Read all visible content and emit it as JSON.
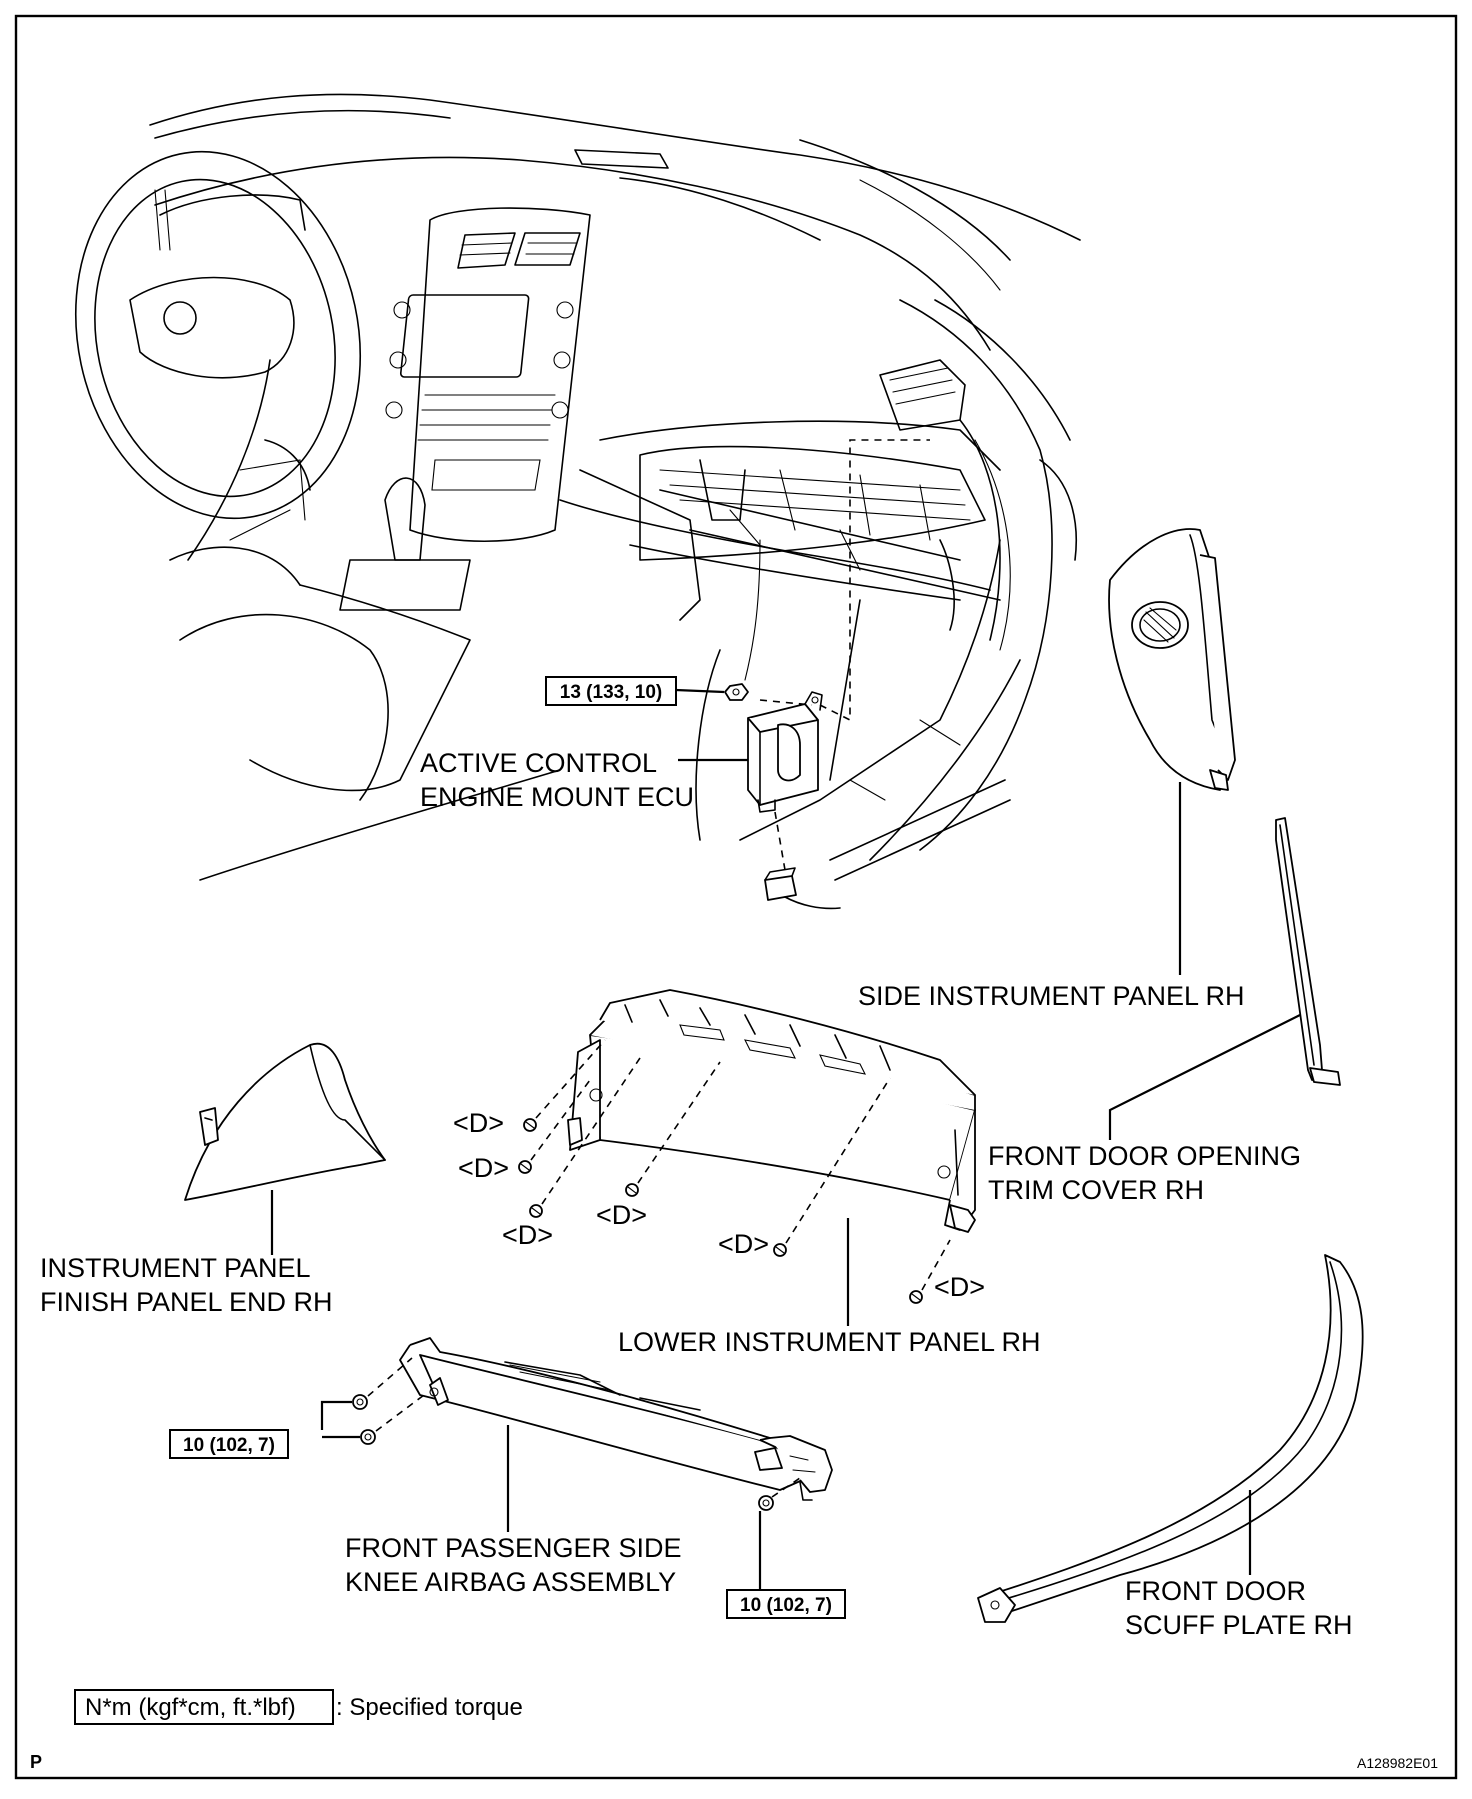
{
  "labels": {
    "ecu_line1": "ACTIVE CONTROL",
    "ecu_line2": "ENGINE MOUNT ECU",
    "side_panel": "SIDE INSTRUMENT PANEL RH",
    "trim_cover_line1": "FRONT DOOR OPENING",
    "trim_cover_line2": "TRIM COVER RH",
    "finish_line1": "INSTRUMENT PANEL",
    "finish_line2": "FINISH PANEL END RH",
    "lower_panel": "LOWER INSTRUMENT PANEL RH",
    "airbag_line1": "FRONT PASSENGER SIDE",
    "airbag_line2": "KNEE AIRBAG ASSEMBLY",
    "scuff_line1": "FRONT DOOR",
    "scuff_line2": "SCUFF PLATE RH"
  },
  "clip_marker": "<D>",
  "torques": {
    "ecu_nut": "13 (133, 10)",
    "airbag_left": "10 (102, 7)",
    "airbag_right": "10 (102, 7)"
  },
  "legend": {
    "unit_box": "N*m (kgf*cm, ft.*lbf)",
    "text": ": Specified torque"
  },
  "corner": {
    "left": "P",
    "right": "A128982E01"
  }
}
